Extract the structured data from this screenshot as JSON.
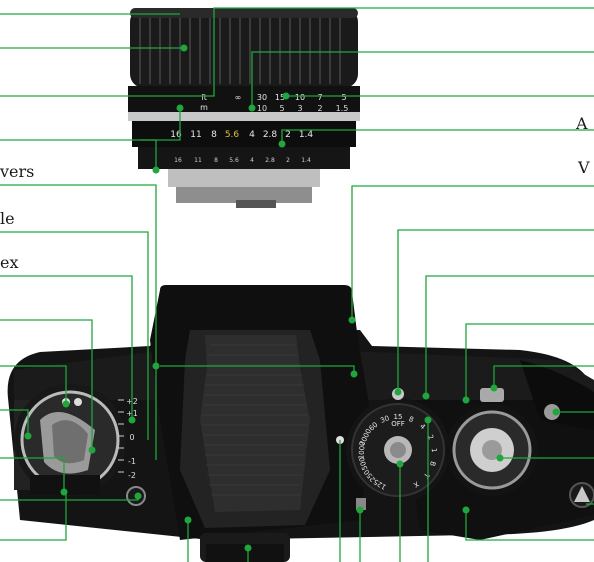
{
  "labels": {
    "left_vers": "vers",
    "left_le": "le",
    "left_ex": "ex",
    "right_a": "A",
    "right_v": "V"
  },
  "lens": {
    "meter_coupling_marks": [
      "ft",
      "m"
    ],
    "distance_ft": [
      "∞",
      "30",
      "15",
      "10",
      "7",
      "5"
    ],
    "distance_m": [
      "10",
      "5",
      "3",
      "2",
      "1.5"
    ],
    "aperture_large": [
      "16",
      "11",
      "8",
      "5.6",
      "4",
      "2.8",
      "2",
      "1.4"
    ],
    "aperture_small": [
      "16",
      "11",
      "8",
      "5.6",
      "4",
      "2.8",
      "2",
      "1.4"
    ]
  },
  "camera": {
    "shutter_speeds": [
      "125",
      "250",
      "500",
      "1000",
      "2000",
      "60",
      "30",
      "15",
      "8",
      "4",
      "2",
      "1",
      "B",
      "T",
      "X"
    ],
    "shutter_center": "OFF",
    "exposure_comp": [
      "+2",
      "+1",
      "0",
      "-1",
      "-2"
    ]
  },
  "colors": {
    "leader_lines": "#1fa63c",
    "label_text": "#1a1a1a",
    "camera_body": "#151515",
    "chrome": "#b9b9b9",
    "background": "#ffffff"
  },
  "icons": [
    "lens-icon",
    "camera-body-icon",
    "viewfinder-prism-icon",
    "shutter-dial-icon",
    "film-advance-lever-icon",
    "rewind-crank-icon",
    "flash-hot-shoe-icon"
  ]
}
